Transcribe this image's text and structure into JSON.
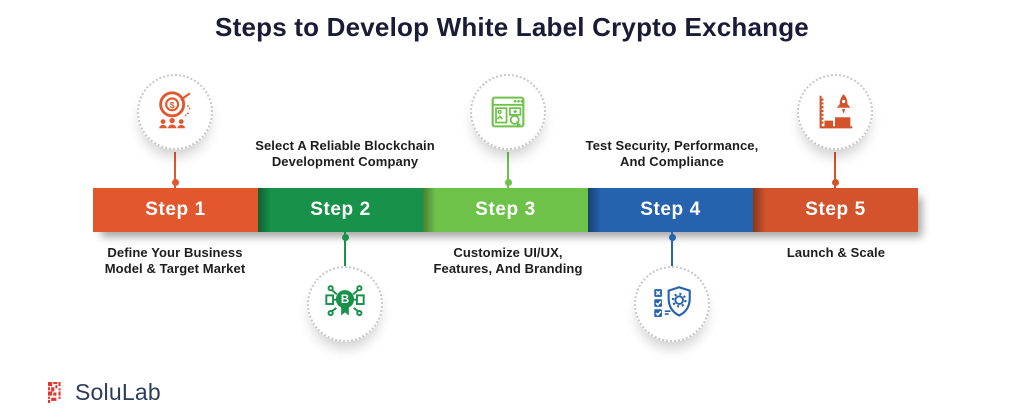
{
  "title": "Steps to Develop White Label Crypto Exchange",
  "steps": [
    {
      "label": "Step 1",
      "color": "#E2572E",
      "icon": "target-dollar-icon",
      "caption": "Define Your Business\nModel & Target Market"
    },
    {
      "label": "Step 2",
      "color": "#18914A",
      "icon": "blockchain-badge-icon",
      "caption": "Select A Reliable Blockchain\nDevelopment Company"
    },
    {
      "label": "Step 3",
      "color": "#6EC24A",
      "icon": "browser-ui-icon",
      "caption": "Customize UI/UX,\nFeatures, And Branding"
    },
    {
      "label": "Step 4",
      "color": "#2563AE",
      "icon": "security-shield-icon",
      "caption": "Test Security, Performance,\nAnd Compliance"
    },
    {
      "label": "Step 5",
      "color": "#D2532C",
      "icon": "rocket-launch-icon",
      "caption": "Launch & Scale"
    }
  ],
  "logo": {
    "text": "SoluLab",
    "accent_color": "#DC3932",
    "text_color": "#2C3D5A"
  }
}
